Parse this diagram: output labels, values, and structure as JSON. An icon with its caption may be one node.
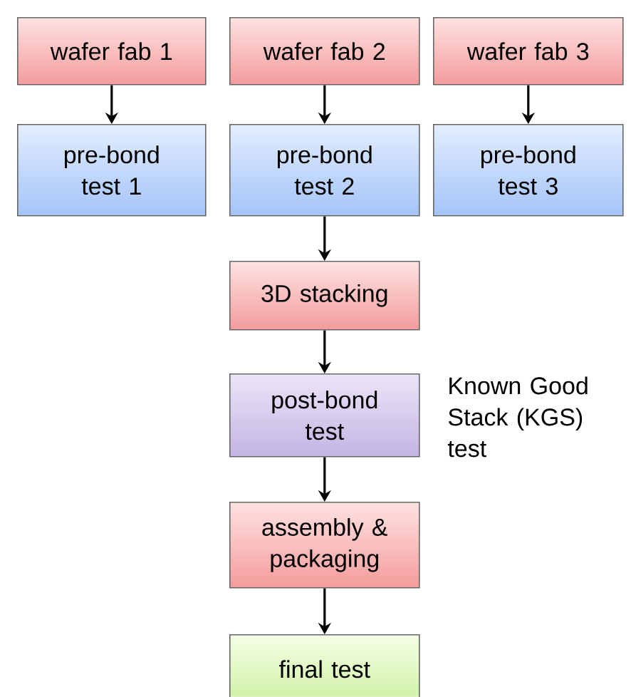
{
  "diagram": {
    "nodes": [
      {
        "text": [
          "wafer fab 1"
        ]
      },
      {
        "text": [
          "wafer fab 2"
        ]
      },
      {
        "text": [
          "wafer fab 3"
        ]
      },
      {
        "text": [
          "pre-bond test 1"
        ]
      },
      {
        "text": [
          "pre-bond test 2"
        ]
      },
      {
        "text": [
          "pre-bond test 3"
        ]
      },
      {
        "text": [
          "3D stacking"
        ]
      },
      {
        "text": [
          "post-bond test"
        ],
        "beside": [
          "Known Good Stack (KGS) test"
        ]
      },
      {
        "text": [
          "assembly & packaging"
        ]
      },
      {
        "text": [
          "final test"
        ]
      }
    ],
    "edges": [
      {
        "from": 0,
        "to": 3,
        "arrow": "to"
      },
      {
        "from": 1,
        "to": 4,
        "arrow": "to"
      },
      {
        "from": 2,
        "to": 5,
        "arrow": "to"
      },
      {
        "from": 4,
        "to": 6,
        "arrow": "to"
      },
      {
        "from": 6,
        "to": 7,
        "arrow": "to"
      },
      {
        "from": 7,
        "to": 8,
        "arrow": "to"
      },
      {
        "from": 8,
        "to": 9,
        "arrow": "to"
      }
    ]
  }
}
